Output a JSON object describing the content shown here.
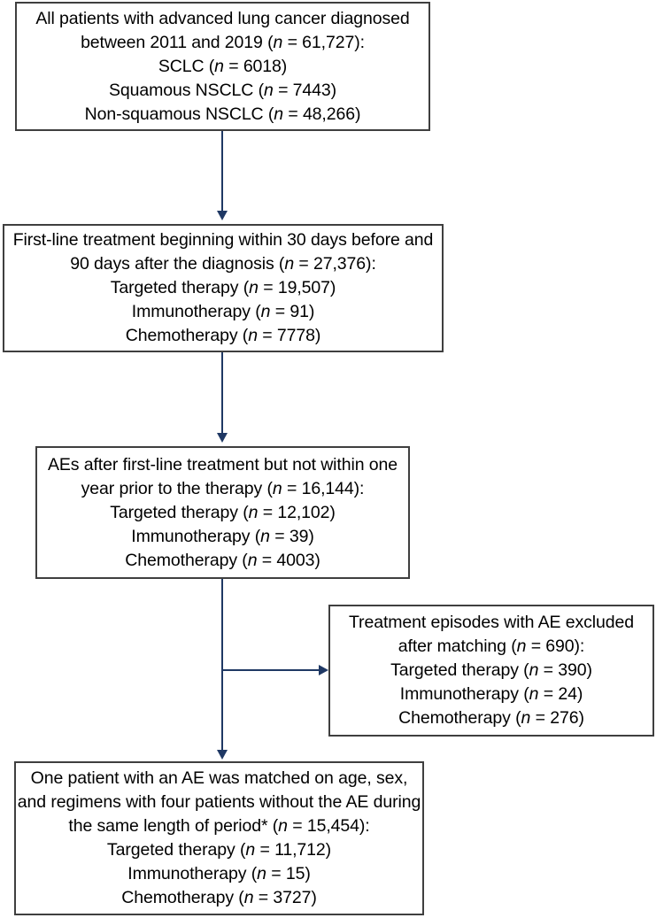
{
  "diagram": {
    "title": "Patient selection flowchart for advanced lung cancer adverse event matched cohort",
    "colors": {
      "box_border": "#3f3f3f",
      "box_fill": "#ffffff",
      "connector": "#1f3864",
      "text": "#000000"
    },
    "boxes": [
      {
        "id": "cohort",
        "name": "all-patients-box",
        "lines": [
          {
            "pre": "All patients with advanced lung cancer diagnosed between 2011 and 2019 (",
            "ital": "n",
            "post": " = 61,727):"
          },
          {
            "pre": "SCLC (",
            "ital": "n",
            "post": " = 6018)"
          },
          {
            "pre": "Squamous NSCLC (",
            "ital": "n",
            "post": " = 7443)"
          },
          {
            "pre": "Non-squamous NSCLC (",
            "ital": "n",
            "post": " = 48,266)"
          }
        ]
      },
      {
        "id": "firstline",
        "name": "first-line-treatment-box",
        "lines": [
          {
            "pre": "First-line treatment beginning within 30 days before and 90 days after the diagnosis (",
            "ital": "n",
            "post": " = 27,376):"
          },
          {
            "pre": "Targeted therapy (",
            "ital": "n",
            "post": " = 19,507)"
          },
          {
            "pre": "Immunotherapy (",
            "ital": "n",
            "post": " = 91)"
          },
          {
            "pre": "Chemotherapy (",
            "ital": "n",
            "post": " = 7778)"
          }
        ]
      },
      {
        "id": "ae",
        "name": "adverse-events-box",
        "lines": [
          {
            "pre": "AEs after first-line treatment but not within one year prior to the therapy (",
            "ital": "n",
            "post": " = 16,144):"
          },
          {
            "pre": "Targeted therapy (",
            "ital": "n",
            "post": " = 12,102)"
          },
          {
            "pre": "Immunotherapy (",
            "ital": "n",
            "post": " = 39)"
          },
          {
            "pre": "Chemotherapy (",
            "ital": "n",
            "post": " = 4003)"
          }
        ]
      },
      {
        "id": "excluded",
        "name": "excluded-episodes-box",
        "lines": [
          {
            "pre": "Treatment episodes with AE excluded after matching (",
            "ital": "n",
            "post": " = 690):"
          },
          {
            "pre": "Targeted therapy (",
            "ital": "n",
            "post": " = 390)"
          },
          {
            "pre": "Immunotherapy (",
            "ital": "n",
            "post": " = 24)"
          },
          {
            "pre": "Chemotherapy (",
            "ital": "n",
            "post": " = 276)"
          }
        ]
      },
      {
        "id": "matched",
        "name": "matched-cohort-box",
        "lines": [
          {
            "pre": "One patient with an AE was matched on age, sex, and regimens with four patients without the AE during the same length of period* (",
            "ital": "n",
            "post": " = 15,454):"
          },
          {
            "pre": "Targeted therapy (",
            "ital": "n",
            "post": " = 11,712)"
          },
          {
            "pre": "Immunotherapy (",
            "ital": "n",
            "post": " = 15)"
          },
          {
            "pre": "Chemotherapy (",
            "ital": "n",
            "post": " = 3727)"
          }
        ]
      }
    ],
    "connectors": [
      {
        "id": "cohort-to-firstline",
        "from": "cohort",
        "to": "firstline",
        "direction": "down"
      },
      {
        "id": "firstline-to-ae",
        "from": "firstline",
        "to": "ae",
        "direction": "down"
      },
      {
        "id": "ae-to-matched",
        "from": "ae",
        "to": "matched",
        "direction": "down"
      },
      {
        "id": "ae-to-excluded",
        "from": "ae",
        "to": "excluded",
        "direction": "right"
      }
    ]
  }
}
